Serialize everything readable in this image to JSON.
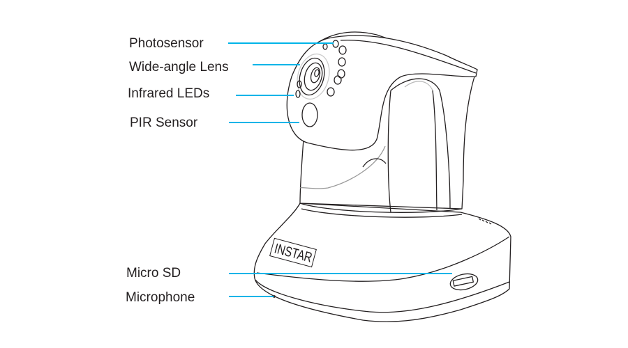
{
  "diagram": {
    "labels": {
      "photosensor": "Photosensor",
      "wide_angle_lens": "Wide-angle Lens",
      "infrared_leds": "Infrared LEDs",
      "pir_sensor": "PIR Sensor",
      "micro_sd": "Micro SD",
      "microphone": "Microphone"
    },
    "brand_logo": "INSTAR",
    "leader_color": "#00b4e8",
    "line_color": "#231f20"
  }
}
